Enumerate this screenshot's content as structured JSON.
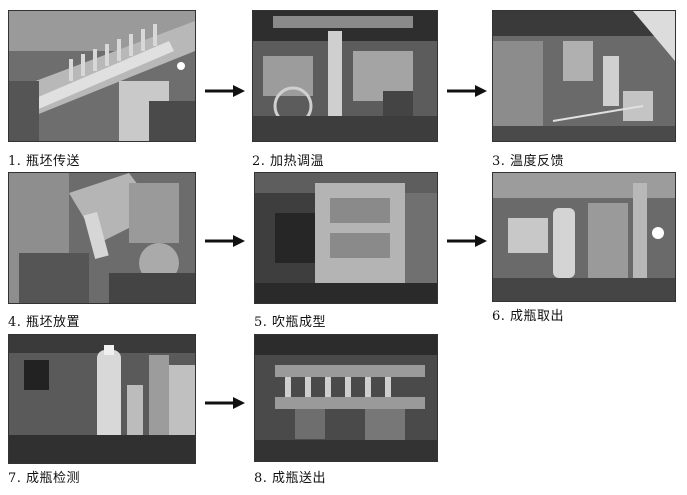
{
  "steps": [
    {
      "label": "1. 瓶坯传送"
    },
    {
      "label": "2. 加热调温"
    },
    {
      "label": "3. 温度反馈"
    },
    {
      "label": "4. 瓶坯放置"
    },
    {
      "label": "5. 吹瓶成型"
    },
    {
      "label": "6. 成瓶取出"
    },
    {
      "label": "7. 成瓶检测"
    },
    {
      "label": "8. 成瓶送出"
    }
  ],
  "colors": {
    "arrow": "#111111",
    "photo_bg": "#7a7a7a"
  }
}
